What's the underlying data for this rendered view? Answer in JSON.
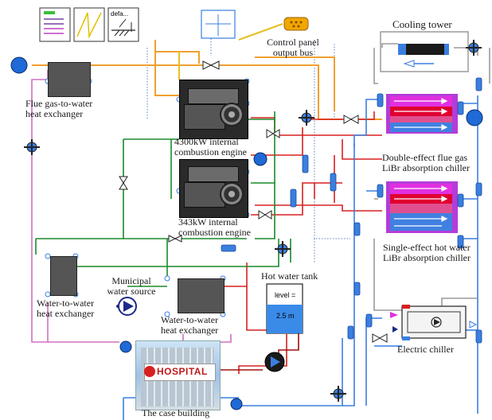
{
  "labels": {
    "cooling_tower": "Cooling tower",
    "control_panel_line1": "Control panel",
    "control_panel_line2": "output bus",
    "flue_hx_line1": "Flue gas-to-water",
    "flue_hx_line2": "heat exchanger",
    "engine_big_line1": "4300kW internal",
    "engine_big_line2": "combustion engine",
    "engine_small_line1": "343kW internal",
    "engine_small_line2": "combustion engine",
    "double_chiller_line1": "Double-effect flue gas",
    "double_chiller_line2": "LiBr absorption chiller",
    "single_chiller_line1": "Single-effect hot water",
    "single_chiller_line2": "LiBr absorption chiller",
    "ww_hx_left_line1": "Water-to-water",
    "ww_hx_left_line2": "heat exchanger",
    "municipal_line1": "Municipal",
    "municipal_line2": "water source",
    "ww_hx_mid_line1": "Water-to-water",
    "ww_hx_mid_line2": "heat exchanger",
    "hot_water_tank": "Hot water tank",
    "electric_chiller": "Electric chiller",
    "case_building": "The case building"
  },
  "tank": {
    "level_label": "level =",
    "level_value": "2.5 m"
  },
  "building_sign": "HOSPITAL",
  "legend_box": {
    "default_text": "defa..."
  },
  "colors": {
    "orange": "#f0a030",
    "red": "#d82020",
    "green": "#1a8a2a",
    "blue": "#3a7fe0",
    "pink": "#d070c0",
    "gray": "#9a9a9a",
    "magenta": "#e020e0",
    "darkred": "#a01010"
  }
}
